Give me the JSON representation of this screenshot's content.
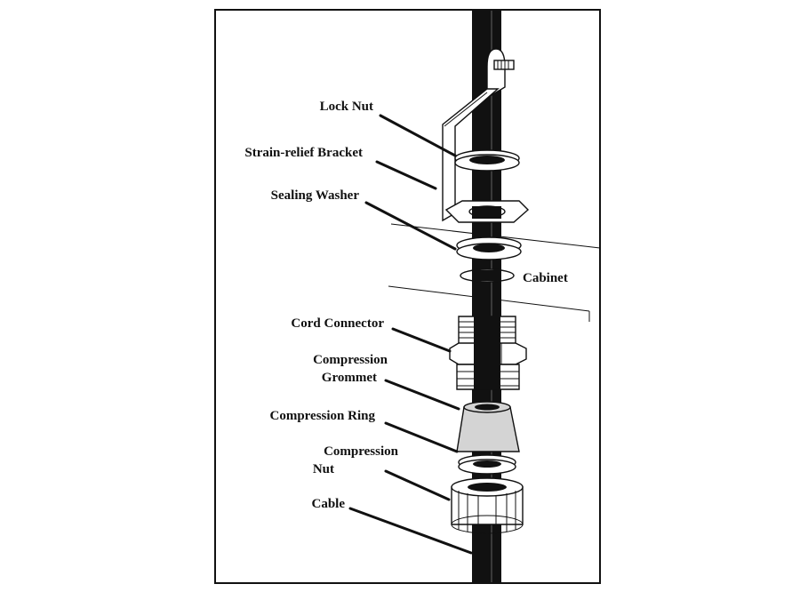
{
  "diagram": {
    "labels": {
      "lock_nut": "Lock Nut",
      "strain_relief_bracket": "Strain-relief Bracket",
      "sealing_washer": "Sealing Washer",
      "cabinet": "Cabinet",
      "cord_connector": "Cord Connector",
      "compression_grommet_1": "Compression",
      "compression_grommet_2": "Grommet",
      "compression_ring": "Compression Ring",
      "compression_nut_1": "Compression",
      "compression_nut_2": "Nut",
      "cable": "Cable"
    },
    "colors": {
      "cable": "#111111",
      "line": "#111111",
      "part_fill": "#ffffff",
      "part_shade": "#cfcfcf"
    }
  }
}
